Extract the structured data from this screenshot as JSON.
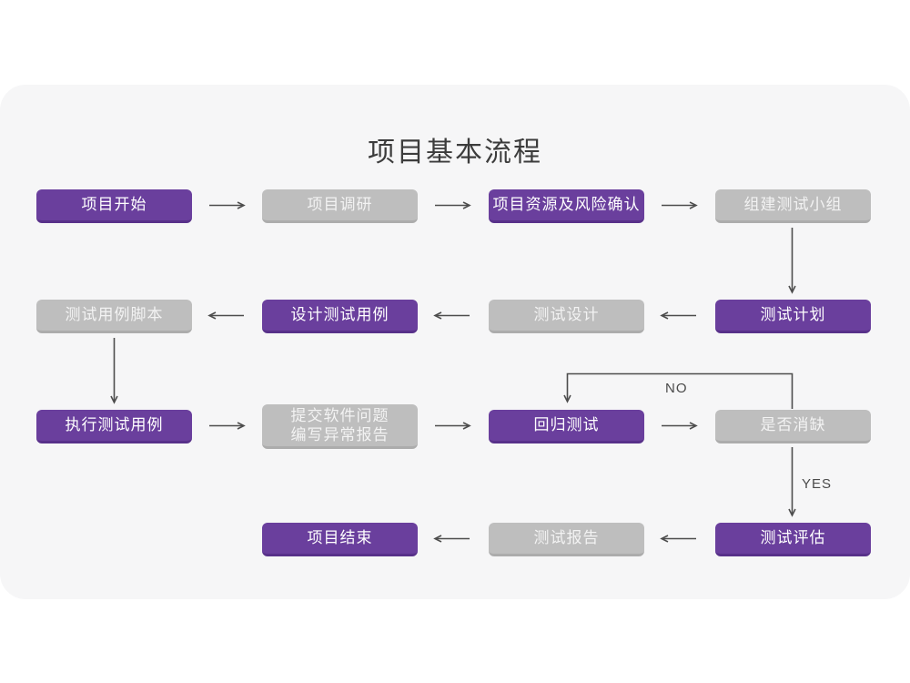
{
  "title": "项目基本流程",
  "colors": {
    "page_background": "#ffffff",
    "card_background": "#f6f6f7",
    "node_purple": "#6a3f9d",
    "node_purple_edge": "#58318a",
    "node_gray": "#bebebe",
    "node_gray_edge": "#acacac",
    "node_text": "#ffffff",
    "arrow": "#4d4d4d",
    "title_text": "#3c3c3c"
  },
  "nodes": [
    {
      "id": "start",
      "label": "项目开始",
      "variant": "purple"
    },
    {
      "id": "research",
      "label": "项目调研",
      "variant": "gray"
    },
    {
      "id": "risk",
      "label": "项目资源及风险确认",
      "variant": "purple"
    },
    {
      "id": "team",
      "label": "组建测试小组",
      "variant": "gray"
    },
    {
      "id": "script",
      "label": "测试用例脚本",
      "variant": "gray"
    },
    {
      "id": "case_design",
      "label": "设计测试用例",
      "variant": "purple"
    },
    {
      "id": "design",
      "label": "测试设计",
      "variant": "gray"
    },
    {
      "id": "plan",
      "label": "测试计划",
      "variant": "purple"
    },
    {
      "id": "execute",
      "label": "执行测试用例",
      "variant": "purple"
    },
    {
      "id": "report_issue",
      "label": "提交软件问题",
      "label2": "编写异常报告",
      "variant": "gray"
    },
    {
      "id": "regression",
      "label": "回归测试",
      "variant": "purple"
    },
    {
      "id": "defect",
      "label": "是否消缺",
      "variant": "gray"
    },
    {
      "id": "end",
      "label": "项目结束",
      "variant": "purple"
    },
    {
      "id": "report",
      "label": "测试报告",
      "variant": "gray"
    },
    {
      "id": "evaluate",
      "label": "测试评估",
      "variant": "purple"
    }
  ],
  "edge_labels": {
    "no": "NO",
    "yes": "YES"
  }
}
